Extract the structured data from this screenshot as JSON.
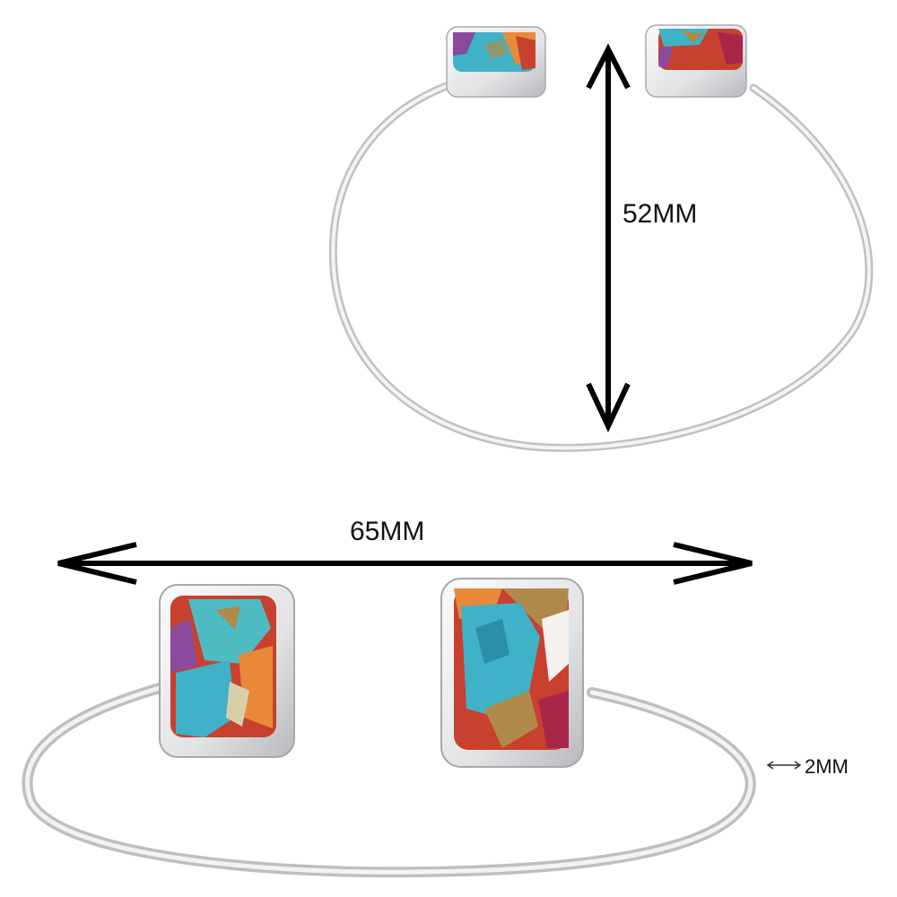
{
  "image": {
    "background": "#ffffff",
    "metal_color": "#d9dadb",
    "stone_colors": {
      "turquoise": "#3fb2c7",
      "spiny_red": "#c8402e",
      "orange": "#e88a3a",
      "purple": "#8b4a9c",
      "bronze": "#b08a4a"
    }
  },
  "dimensions": {
    "height_label": "52MM",
    "width_label": "65MM",
    "wire_label": "2MM"
  }
}
